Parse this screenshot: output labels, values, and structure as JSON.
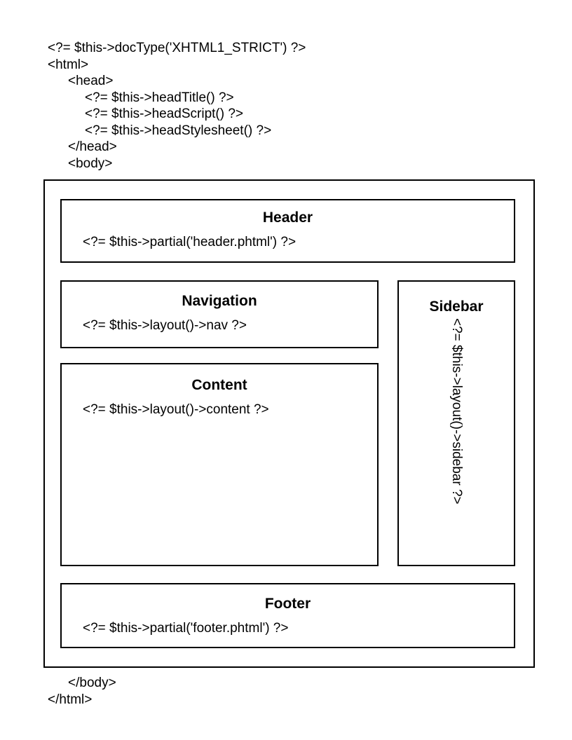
{
  "top_code": [
    "<?= $this->docType('XHTML1_STRICT') ?>",
    "<html>",
    "<head>",
    "<?= $this->headTitle() ?>",
    "<?= $this->headScript() ?>",
    "<?= $this->headStylesheet() ?>",
    "</head>",
    "<body>"
  ],
  "boxes": {
    "header": {
      "title": "Header",
      "code": "<?= $this->partial('header.phtml') ?>"
    },
    "navigation": {
      "title": "Navigation",
      "code": "<?= $this->layout()->nav ?>"
    },
    "sidebar": {
      "title": "Sidebar",
      "code": "<?= $this->layout()->sidebar ?>"
    },
    "content": {
      "title": "Content",
      "code": "<?= $this->layout()->content ?>"
    },
    "footer": {
      "title": "Footer",
      "code": "<?= $this->partial('footer.phtml') ?>"
    }
  },
  "bottom_code": [
    "</body>",
    "</html>"
  ],
  "colors": {
    "background": "#ffffff",
    "border": "#000000",
    "text": "#000000"
  }
}
